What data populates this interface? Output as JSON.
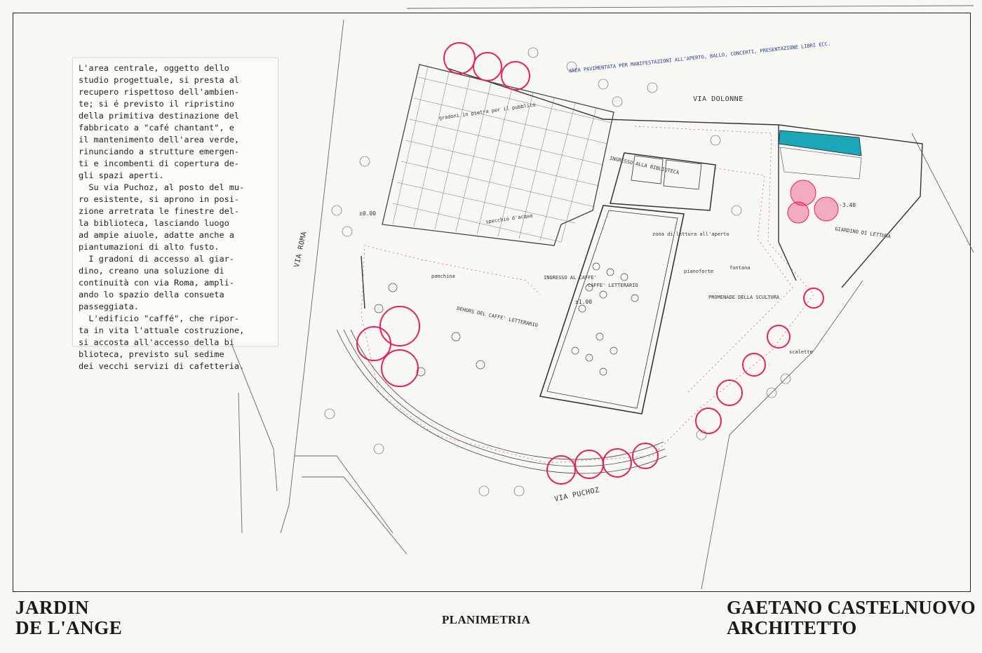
{
  "description_text": "L'area centrale, oggetto dello\nstudio progettuale, si presta al\nrecupero rispettoso dell'ambien-\nte; si é previsto il ripristino\ndella primitiva destinazione del\nfabbricato a \"café chantant\", e\nil mantenimento dell'area verde,\nrinunciando a strutture emergen-\nti e incombenti di copertura de-\ngli spazi aperti.\n  Su via Puchoz, al posto del mu-\nro esistente, si aprono in posi-\nzione arretrata le finestre del-\nla biblioteca, lasciando luogo\nad ampie aiuole, adatte anche a\npiantumazioni di alto fusto.\n  I gradoni di accesso al giar-\ndino, creano una soluzione di\ncontinuità con via Roma, ampli-\nando lo spazio della consueta\npasseggiata.\n  L'edificio \"caffé\", che ripor-\nta in vita l'attuale costruzione,\nsi accosta all'accesso della bi\nblioteca, previsto sul sedime\ndei vecchi servizi di cafetteria.",
  "labels": {
    "via_dolonne": "VIA DOLONNE",
    "via_roma": "VIA ROMA",
    "via_puchoz": "VIA PUCHOZ",
    "area_note": "AREA PAVIMENTATA PER\nMANIFESTAZIONI ALL'APERTO,\nBALLO, CONCERTI, PRESENTAZIONE\nLIBRI ECC.",
    "gradoni": "gradoni in pietra\nper il pubblico",
    "ingresso_biblioteca": "INGRESSO\nALLA\nBIBLIOTECA",
    "quota_000": "±0.00",
    "quota_100": "±1.00",
    "quota_340": "-3.40",
    "ingresso_caffe": "INGRESSO\nAL CAFFE'",
    "caffe_letterario": "CAFFE'\nLETTERARIO",
    "dehors": "DEHORS DEL CAFFE' LETTERARIO",
    "giardino_lettura": "GIARDINO DI LETTURA",
    "promenade": "PROMENADE DELLA SCULTURA",
    "zona_lettura": "zona di lettura\nall'aperto",
    "panchina": "panchina",
    "scalette": "scalette",
    "pianoforte": "pianoforte",
    "specchio_acqua": "specchio d'acqua",
    "fontana": "fontana"
  },
  "title_left": "JARDIN\nDE L'ANGE",
  "title_center": "PLANIMETRIA",
  "title_right": "GAETANO CASTELNUOVO\nARCHITETTO",
  "colors": {
    "ink": "#222222",
    "tree_red": "#e8205a",
    "water": "#1ba7b8"
  }
}
